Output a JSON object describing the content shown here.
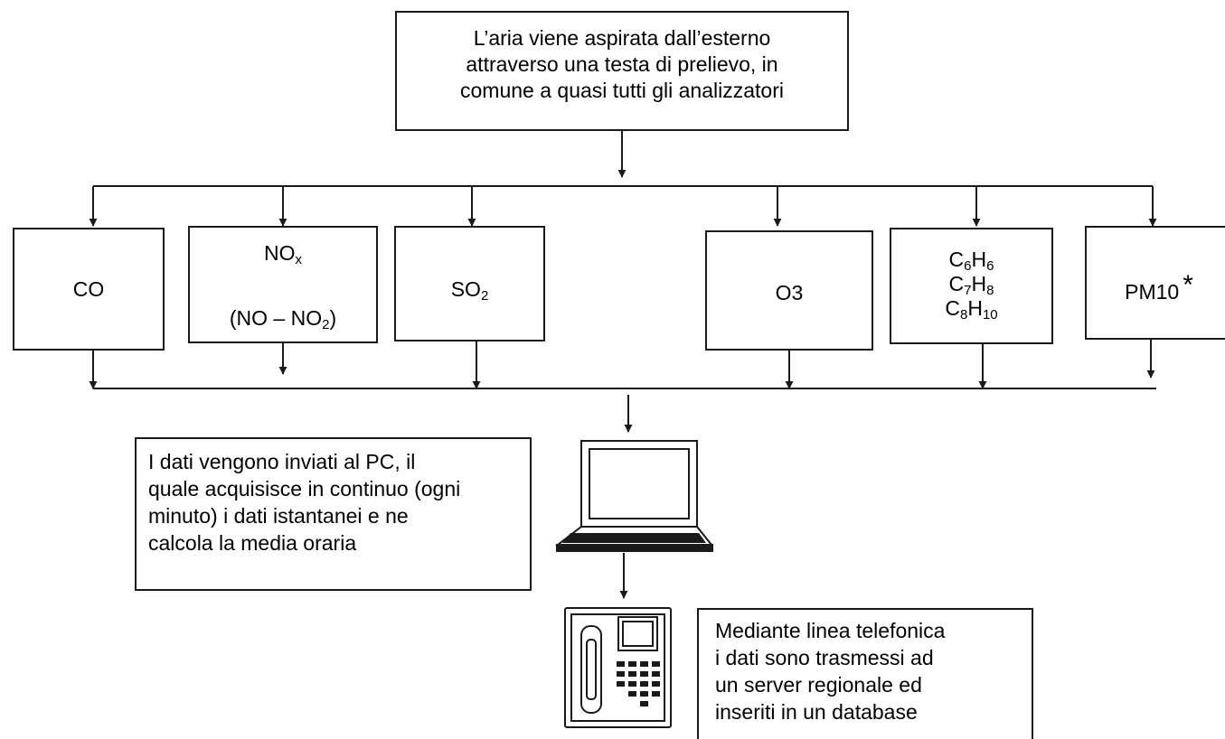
{
  "intake": {
    "lines": [
      "L’aria viene aspirata dall’esterno",
      "attraverso una testa di prelievo, in",
      "comune a quasi tutti gli analizzatori"
    ]
  },
  "analyzers": [
    {
      "id": "co",
      "label": "CO"
    },
    {
      "id": "nox",
      "main": "NO",
      "main_sub": "x",
      "paren_open": "(NO – NO",
      "paren_sub": "2",
      "paren_close": ")"
    },
    {
      "id": "so2",
      "main": "SO",
      "main_sub": "2"
    },
    {
      "id": "o3",
      "label": "O3"
    },
    {
      "id": "btx",
      "formulas": [
        {
          "c": "C",
          "c_sub": "6",
          "h": "H",
          "h_sub": "6"
        },
        {
          "c": "C",
          "c_sub": "7",
          "h": "H",
          "h_sub": "8"
        },
        {
          "c": "C",
          "c_sub": "8",
          "h": "H",
          "h_sub": "10"
        }
      ]
    },
    {
      "id": "pm10",
      "label": "PM10",
      "mark": "*"
    }
  ],
  "pc_note": {
    "lines": [
      "I dati vengono inviati al PC, il",
      "quale acquisisce in continuo (ogni",
      "minuto) i dati istantanei e ne",
      "calcola la media oraria"
    ]
  },
  "phone_note": {
    "lines": [
      "Mediante linea telefonica",
      "i dati sono trasmessi ad",
      "un server regionale ed",
      "inseriti in un database"
    ]
  },
  "icons": [
    "laptop-icon",
    "telephone-icon"
  ],
  "colors": {
    "stroke": "#1a1a1a",
    "background": "#ffffff"
  }
}
